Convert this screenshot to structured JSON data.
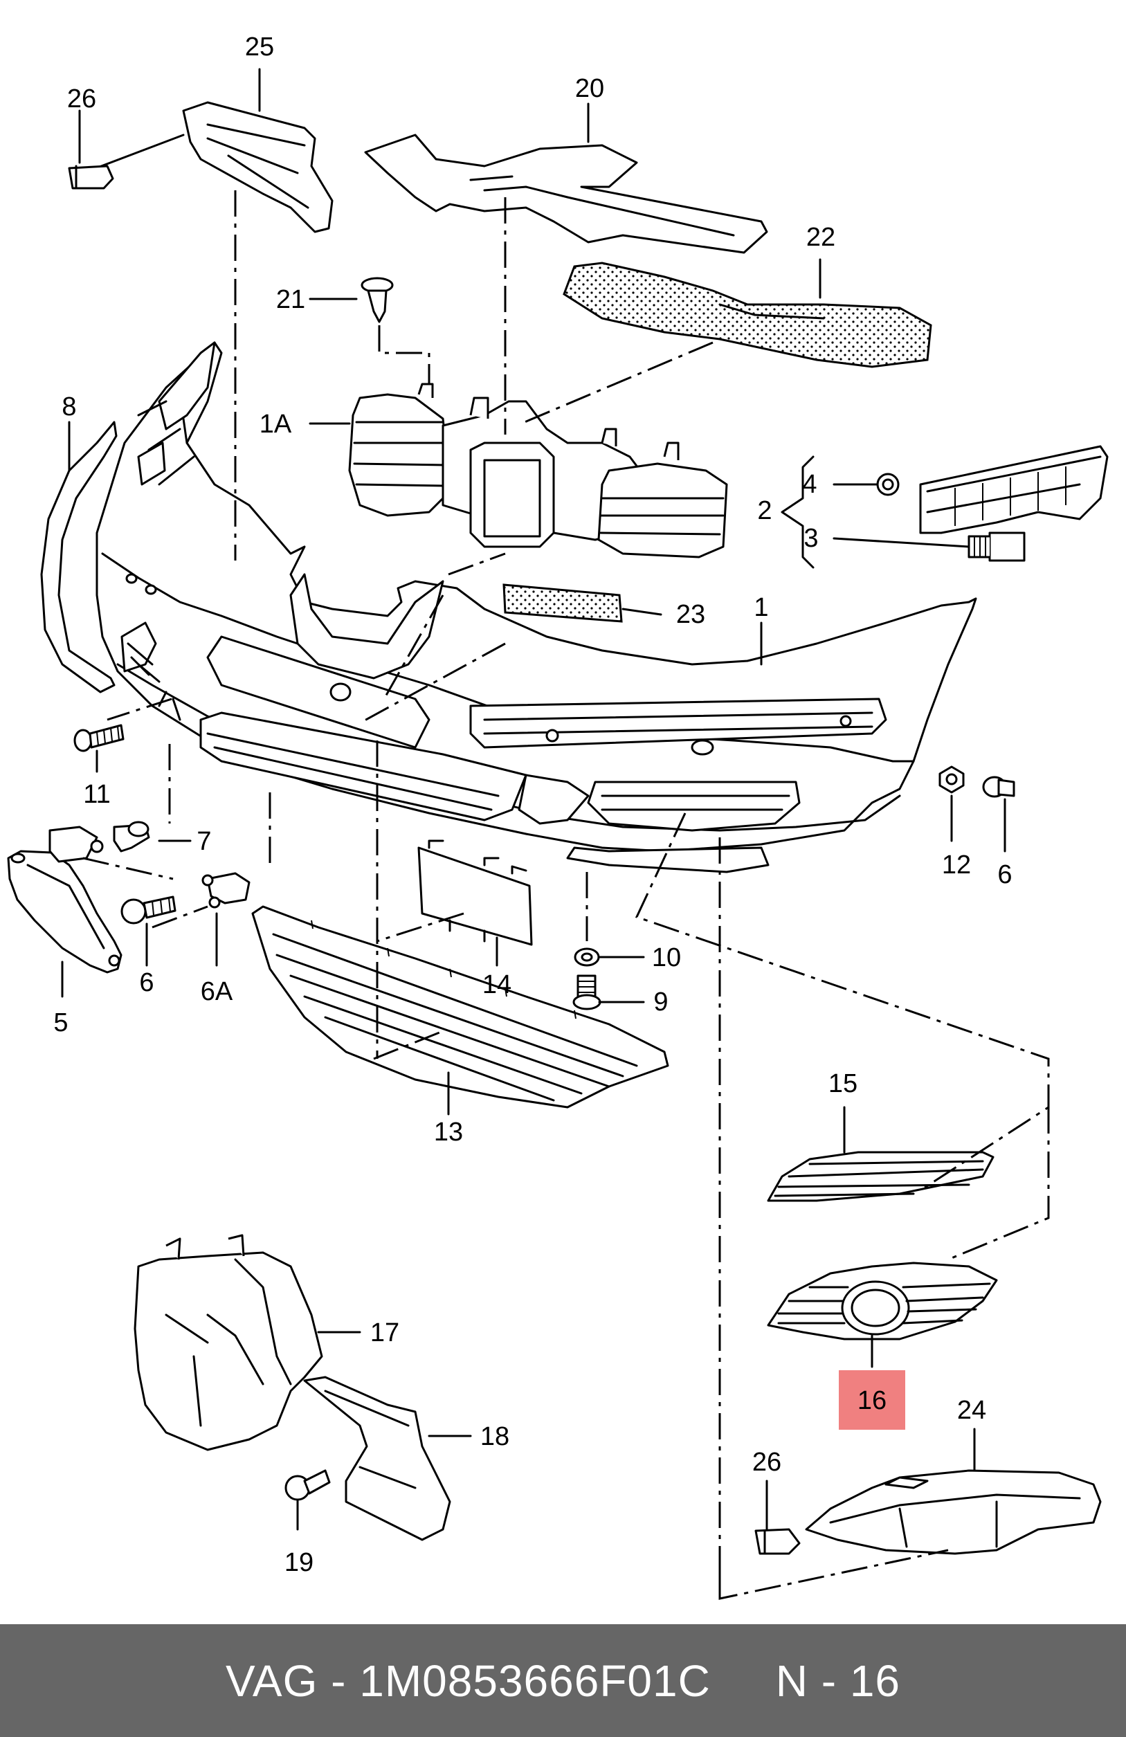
{
  "diagram": {
    "labels": [
      "25",
      "26",
      "20",
      "22",
      "21",
      "1A",
      "8",
      "4",
      "2",
      "3",
      "23",
      "1",
      "11",
      "7",
      "12",
      "6",
      "6A",
      "5",
      "14",
      "10",
      "9",
      "13",
      "15",
      "16",
      "17",
      "18",
      "19",
      "24",
      "26"
    ],
    "labels_extra": [
      "6"
    ],
    "highlight_label": "16",
    "highlight_color": "#f08080"
  },
  "footer": {
    "text": "VAG - 1M0853666F01C     N - 16",
    "background": "#666666",
    "color": "#ffffff"
  }
}
